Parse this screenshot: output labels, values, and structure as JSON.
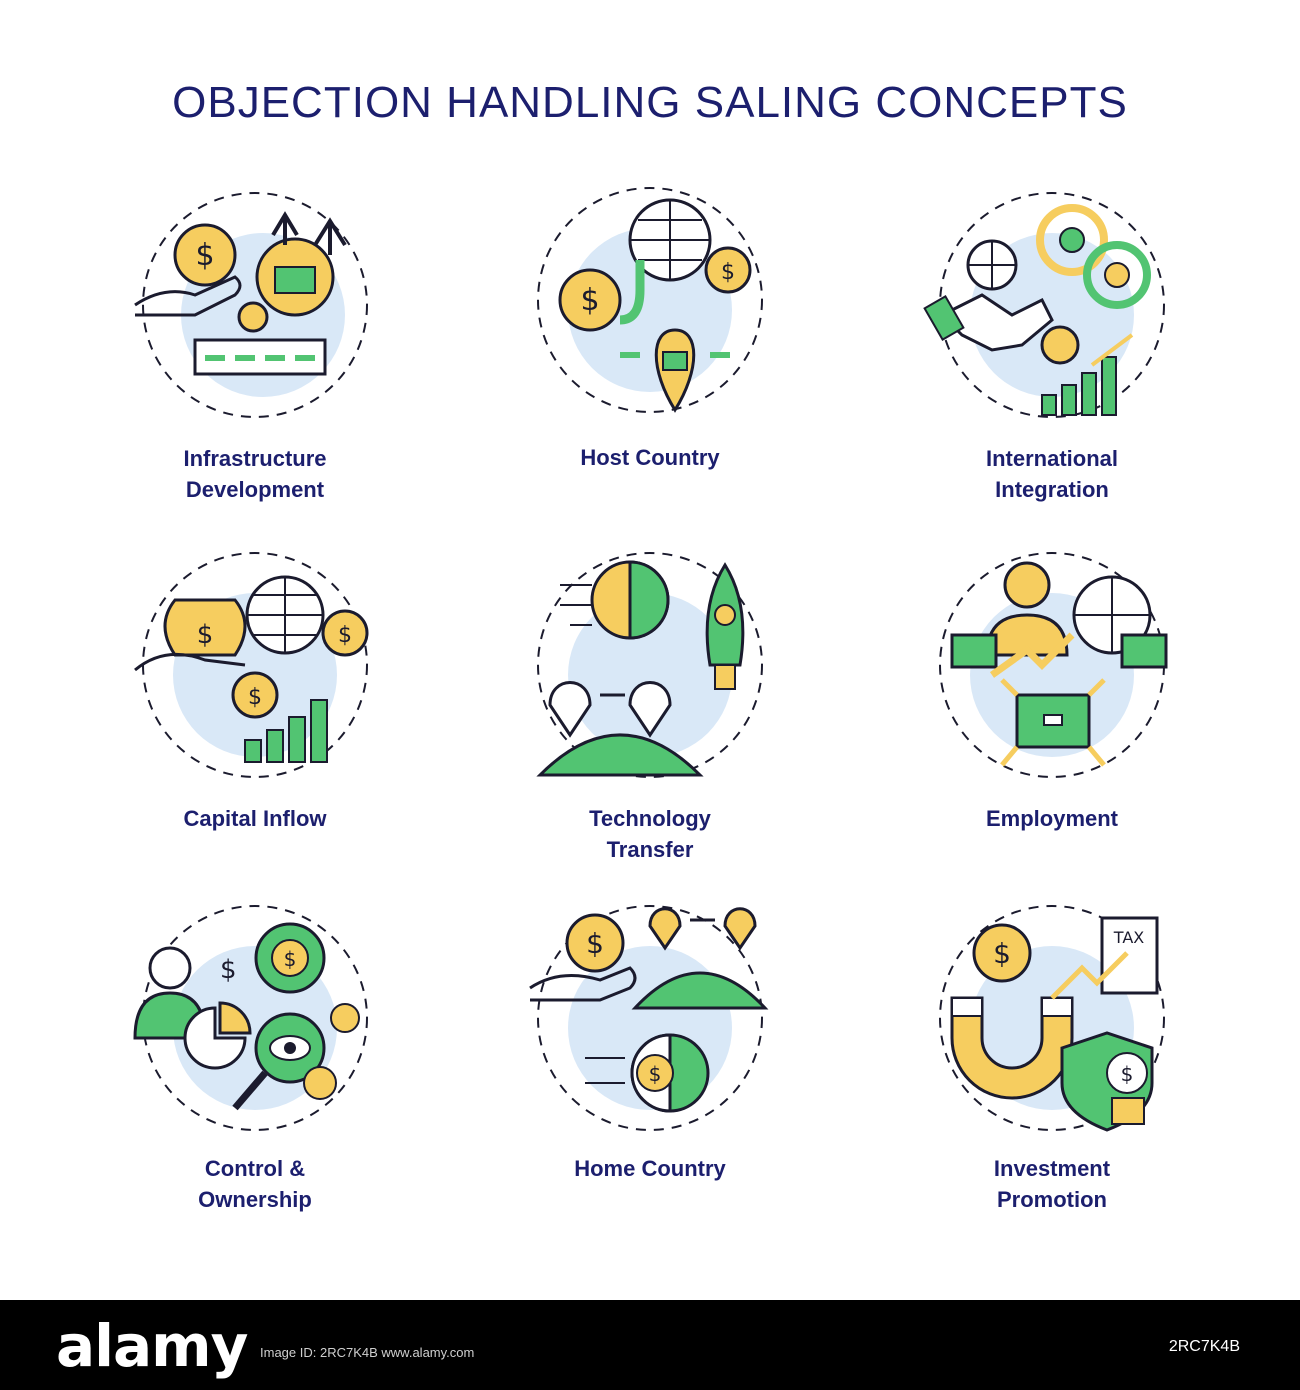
{
  "title": "OBJECTION HANDLING SALING CONCEPTS",
  "colors": {
    "navy": "#1c1f6e",
    "green": "#52c472",
    "yellow": "#f6cd5f",
    "blue_bg": "#d9e8f7",
    "outline": "#1b1b2e"
  },
  "concepts": [
    {
      "label_lines": [
        "Infrastructure",
        "Development"
      ],
      "icon": "infrastructure-development-icon"
    },
    {
      "label_lines": [
        "Host Country"
      ],
      "icon": "host-country-icon"
    },
    {
      "label_lines": [
        "International",
        "Integration"
      ],
      "icon": "international-integration-icon"
    },
    {
      "label_lines": [
        "Capital Inflow"
      ],
      "icon": "capital-inflow-icon"
    },
    {
      "label_lines": [
        "Technology",
        "Transfer"
      ],
      "icon": "technology-transfer-icon"
    },
    {
      "label_lines": [
        "Employment"
      ],
      "icon": "employment-icon"
    },
    {
      "label_lines": [
        "Control &",
        "Ownership"
      ],
      "icon": "control-ownership-icon"
    },
    {
      "label_lines": [
        "Home Country"
      ],
      "icon": "home-country-icon"
    },
    {
      "label_lines": [
        "Investment",
        "Promotion"
      ],
      "icon": "investment-promotion-icon"
    }
  ],
  "footer": {
    "brand": "alamy",
    "image_code": "2RC7K4B",
    "watermark_text": "Image ID: 2RC7K4B  www.alamy.com"
  }
}
